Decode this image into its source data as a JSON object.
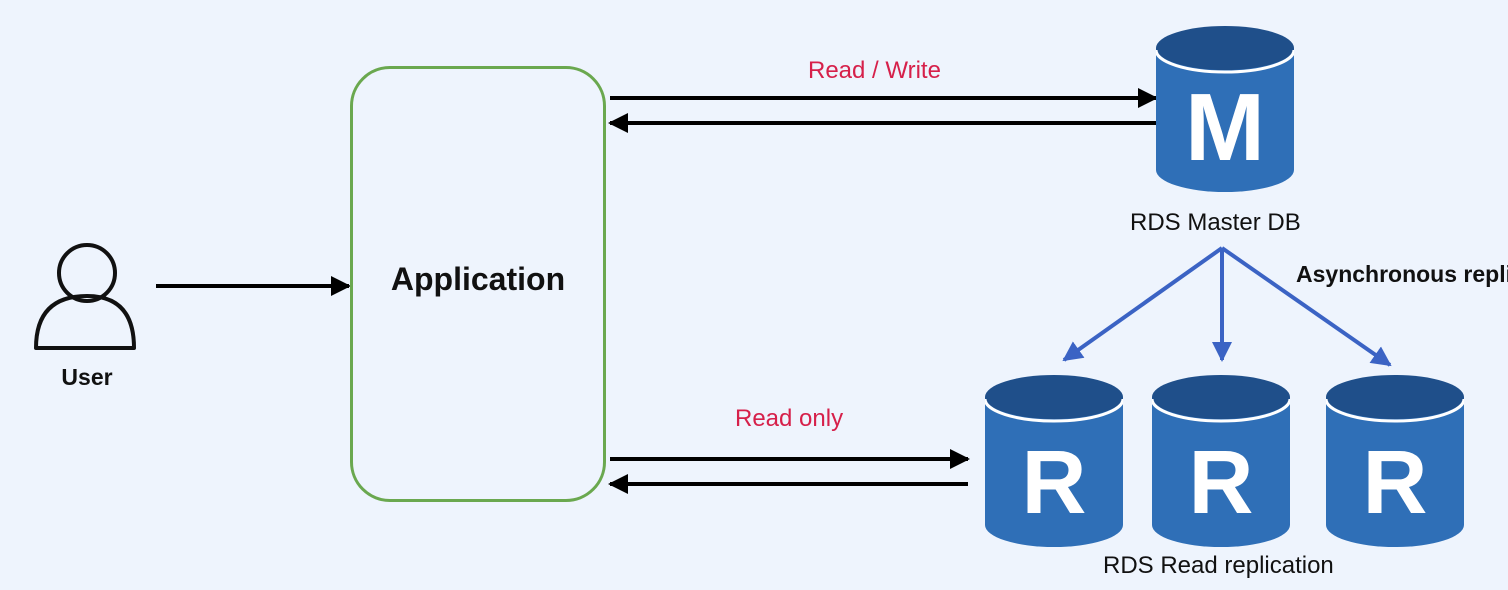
{
  "user": {
    "label": "User",
    "icon": "user-icon"
  },
  "application": {
    "label": "Application"
  },
  "master": {
    "letter": "M",
    "label": "RDS Master DB"
  },
  "replicas": {
    "letters": [
      "R",
      "R",
      "R"
    ],
    "label": "RDS Read replication"
  },
  "connections": {
    "read_write": "Read / Write",
    "read_only": "Read only",
    "replication": "Asynchronous replication"
  },
  "colors": {
    "background": "#eef4fd",
    "application_border": "#6aa84f",
    "db_body": "#2f6fb7",
    "db_dark": "#1f4f8a",
    "replication_arrow": "#3b63c4",
    "connection_label": "#d6204a"
  }
}
